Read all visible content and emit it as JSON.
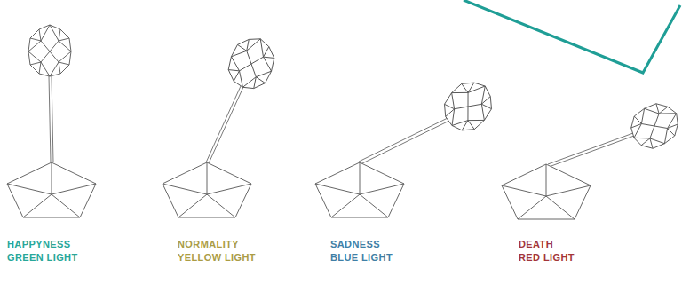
{
  "diagram": {
    "labels": [
      "HAPPYNESS",
      "GREEN LIGHT",
      "NORMALITY",
      "YELLOW LIGHT",
      "SADNESS",
      "BLUE LIGHT",
      "DEATH",
      "RED LIGHT"
    ]
  }
}
